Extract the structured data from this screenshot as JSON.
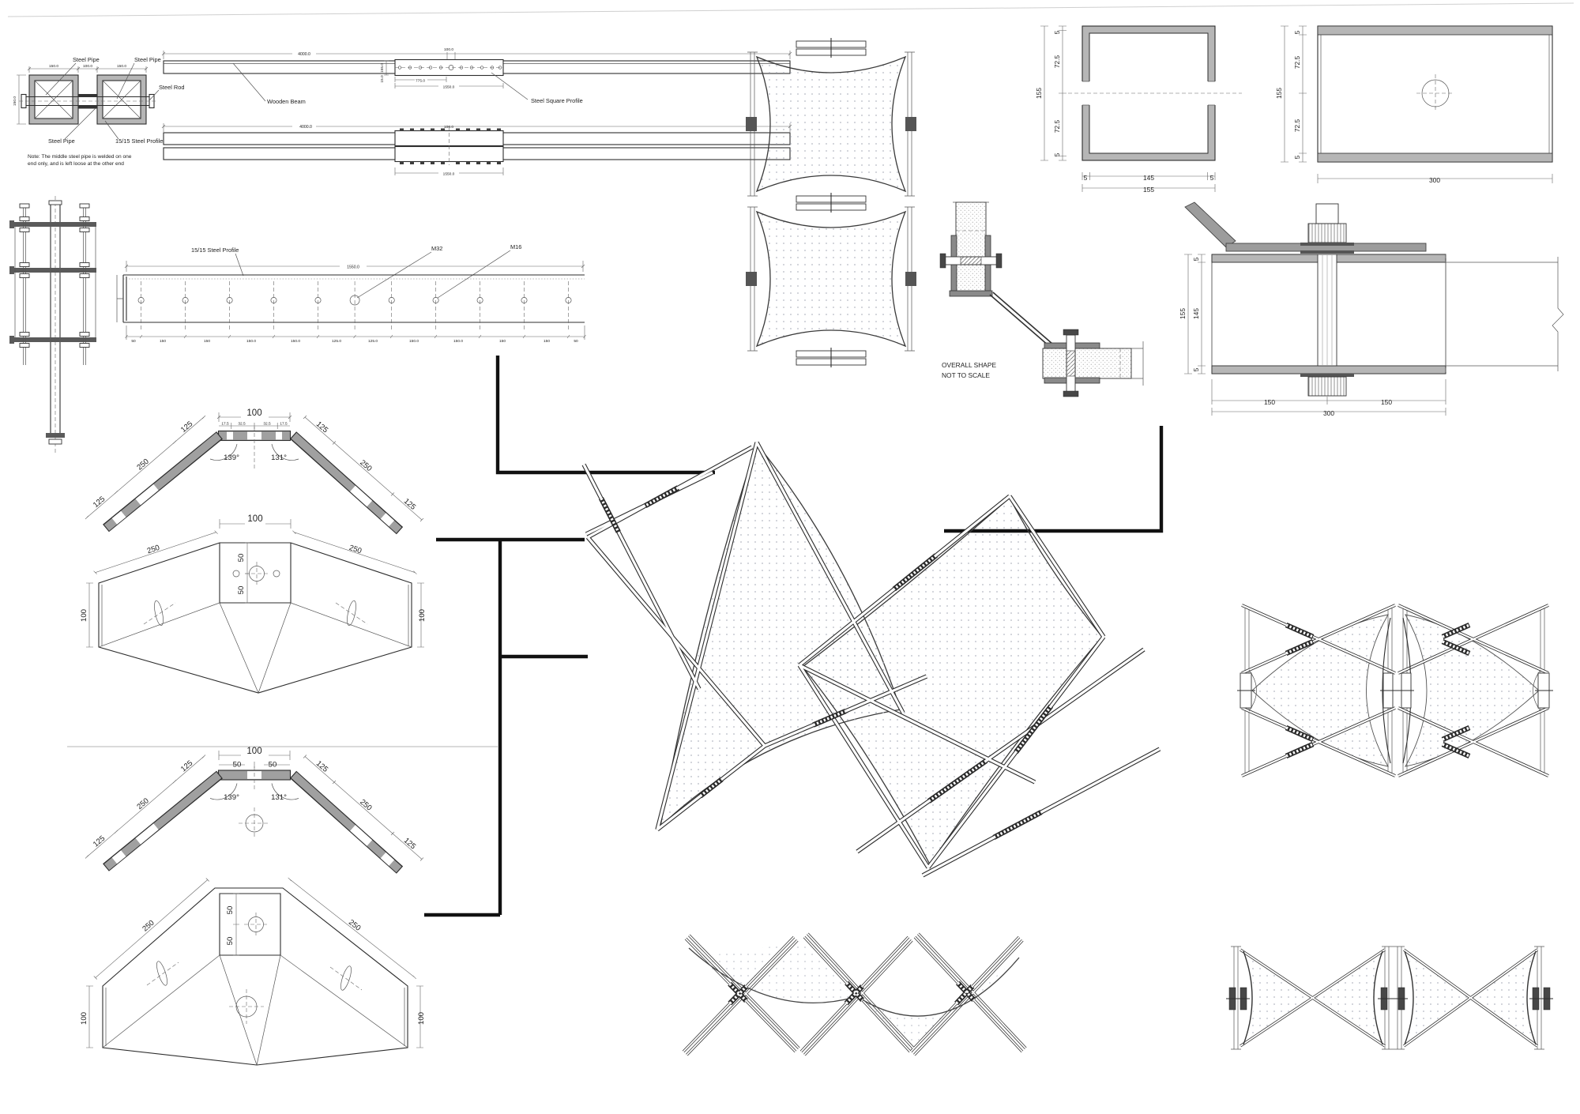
{
  "colors": {
    "line": "#2d2d2d",
    "steel_fill": "#b6b6b6",
    "bar_fill": "#a0a0a0",
    "dim": "#666666",
    "fabric_dot": "#b4b9c2"
  },
  "pipe_detail": {
    "label_pipe_top_left": "Steel Pipe",
    "label_pipe_top_right": "Steel Pipe",
    "label_rod": "Steel Rod",
    "label_pipe_bottom": "Steel Pipe",
    "label_profile": "15/15 Steel Profile",
    "dim_width_left": "150.0",
    "dim_width_mid": "100.0",
    "dim_width_right": "150.0",
    "dim_height": "150.0",
    "note_line1": "Note: The middle steel pipe is welded on one",
    "note_line2": "end only, and is left loose at the other end"
  },
  "beam_elevation": {
    "label_wooden_beam": "Wooden Beam",
    "label_square_profile": "Steel Square Profile",
    "dim_length_top": "4000.0",
    "dim_length_bottom": "4000.0",
    "dim_100_top": "100.0",
    "dim_100_bottom": "100.0",
    "dim_155": "155.0",
    "dim_15": "15.0",
    "dim_775": "775.0",
    "dim_1550_top": "1550.0",
    "dim_1550_bottom": "1550.0"
  },
  "drilled_profile": {
    "label_profile": "15/15 Steel Profile",
    "label_m32": "M32",
    "label_m16": "M16",
    "dim_1550": "1550.0",
    "dims_bottom": [
      "50",
      "150",
      "150",
      "150.0",
      "150.0",
      "125.0",
      "125.0",
      "150.0",
      "150.0",
      "150",
      "150",
      "50"
    ]
  },
  "bent_bar_1": {
    "dim_100": "100",
    "subdims": [
      "17.5",
      "32.5",
      "32.5",
      "17.5"
    ],
    "angle_left": "139°",
    "angle_right": "131°",
    "arm_left": [
      "125",
      "250",
      "125"
    ],
    "arm_right": [
      "125",
      "250",
      "125"
    ]
  },
  "bent_plate_iso_1": {
    "dim_100_top": "100",
    "dim_50_upper": "50",
    "dim_50_lower": "50",
    "dim_250_left": "250",
    "dim_250_right": "250",
    "dim_100_left": "100",
    "dim_100_right": "100"
  },
  "bent_bar_2": {
    "dim_100": "100",
    "dim_50_left": "50",
    "dim_50_right": "50",
    "angle_left": "139°",
    "angle_right": "131°",
    "arm_left": [
      "125",
      "250",
      "125"
    ],
    "arm_right": [
      "125",
      "250",
      "125"
    ]
  },
  "gusset_plate_iso": {
    "dim_50_upper": "50",
    "dim_50_lower": "50",
    "dim_250_left": "250",
    "dim_250_right": "250",
    "dim_100_left": "100",
    "dim_100_right": "100"
  },
  "square_section": {
    "side": [
      "5",
      "72.5",
      "72.5",
      "5"
    ],
    "side_total": "155",
    "bottom": [
      "5",
      "145",
      "5"
    ],
    "bottom_total": "155"
  },
  "rect_section": {
    "side": [
      "5",
      "72.5",
      "72.5",
      "5"
    ],
    "side_total": "155",
    "bottom_total": "300"
  },
  "joint_detail": {
    "note_line1": "OVERALL SHAPE",
    "note_line2": "NOT TO SCALE"
  },
  "beam_joint_section": {
    "dim_155": "155",
    "dim_145": "145",
    "dim_5_top": "5",
    "dim_5_bottom": "5",
    "dim_150_left": "150",
    "dim_150_right": "150",
    "dim_300": "300"
  }
}
